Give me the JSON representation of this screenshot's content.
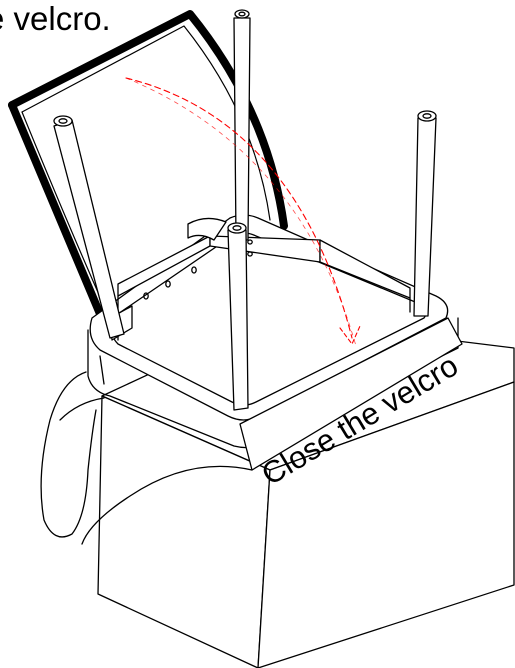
{
  "instruction_text": "e velcro.",
  "strap_label": "Close the velcro",
  "colors": {
    "line": "#000000",
    "arrow": "#ff0000",
    "background": "#ffffff"
  },
  "icons": {
    "arrow": "red-dashed-curved-arrow"
  }
}
